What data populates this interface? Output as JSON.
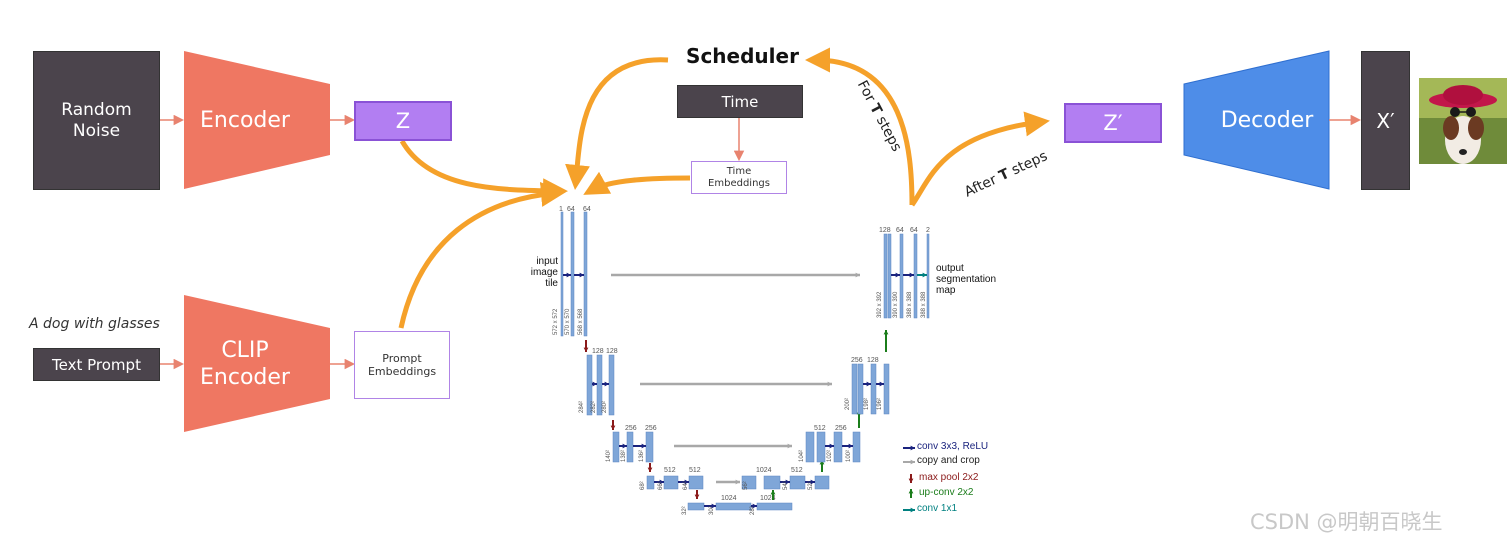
{
  "left_pipeline": {
    "noise_label": "Random\nNoise",
    "encoder_label": "Encoder",
    "z_label": "Z",
    "prompt_caption": "A dog with glasses",
    "text_prompt_label": "Text Prompt",
    "clip_label": "CLIP\nEncoder",
    "prompt_embeddings_label": "Prompt\nEmbeddings"
  },
  "scheduler": {
    "title": "Scheduler",
    "time_label": "Time",
    "time_embeddings_label": "Time\nEmbeddings",
    "for_steps_pre": "For ",
    "for_steps_bold": "T",
    "for_steps_post": " steps",
    "after_steps_pre": "After ",
    "after_steps_bold": "T",
    "after_steps_post": " steps"
  },
  "right_pipeline": {
    "z_prime_label": "Z′",
    "decoder_label": "Decoder",
    "x_prime_label": "X′",
    "output_image_icon": "dog-with-hat-image"
  },
  "unet": {
    "input_label": "input\nimage\ntile",
    "output_label": "output\nsegmentation\nmap",
    "channels_top_left": [
      "1",
      "64",
      "64"
    ],
    "channels_lvl2_left": [
      "128",
      "128"
    ],
    "channels_lvl3_left": [
      "256",
      "256"
    ],
    "channels_lvl4_left": [
      "512",
      "512"
    ],
    "channels_bottom": [
      "1024",
      "1024"
    ],
    "channels_lvl4_right": [
      "1024",
      "512"
    ],
    "channels_lvl3_right": [
      "512",
      "256"
    ],
    "channels_lvl2_right": [
      "256",
      "128"
    ],
    "channels_top_right": [
      "128",
      "64",
      "64",
      "2"
    ],
    "sizes_top_left": [
      "572 x 572",
      "570 x 570",
      "568 x 568"
    ],
    "sizes_top_right": [
      "392 x 392",
      "390 x 390",
      "388 x 388",
      "388 x 388"
    ],
    "sizes_lvl2_left": [
      "284²",
      "282²",
      "280²"
    ],
    "sizes_lvl2_right": [
      "200²",
      "198²",
      "196²"
    ],
    "sizes_lvl3_left": [
      "140²",
      "138²",
      "136²"
    ],
    "sizes_lvl3_right": [
      "104²",
      "102²",
      "100²"
    ],
    "sizes_lvl4_left": [
      "68²",
      "66²",
      "64²"
    ],
    "sizes_lvl4_right": [
      "56²",
      "54²",
      "52²"
    ],
    "sizes_bottom": [
      "32²",
      "30²",
      "28²"
    ],
    "legend": [
      {
        "label": "conv 3x3, ReLU",
        "color": "#1a237e",
        "icon": "right-arrow-icon"
      },
      {
        "label": "copy and crop",
        "color": "#a8a8a8",
        "icon": "right-arrow-icon"
      },
      {
        "label": "max pool 2x2",
        "color": "#8b1a1a",
        "icon": "down-arrow-icon"
      },
      {
        "label": "up-conv 2x2",
        "color": "#1b7d1b",
        "icon": "up-arrow-icon"
      },
      {
        "label": "conv 1x1",
        "color": "#008080",
        "icon": "right-arrow-icon"
      }
    ]
  },
  "watermark": "CSDN @明朝百晓生",
  "colors": {
    "dark_box": "#4b444c",
    "encoder": "#ef7762",
    "latent": "#b27ef2",
    "decoder": "#4e8de8",
    "flow_arrow": "#f5a12a",
    "thin_arrow": "#e8836f",
    "unet_block": "#7fa6d8"
  }
}
